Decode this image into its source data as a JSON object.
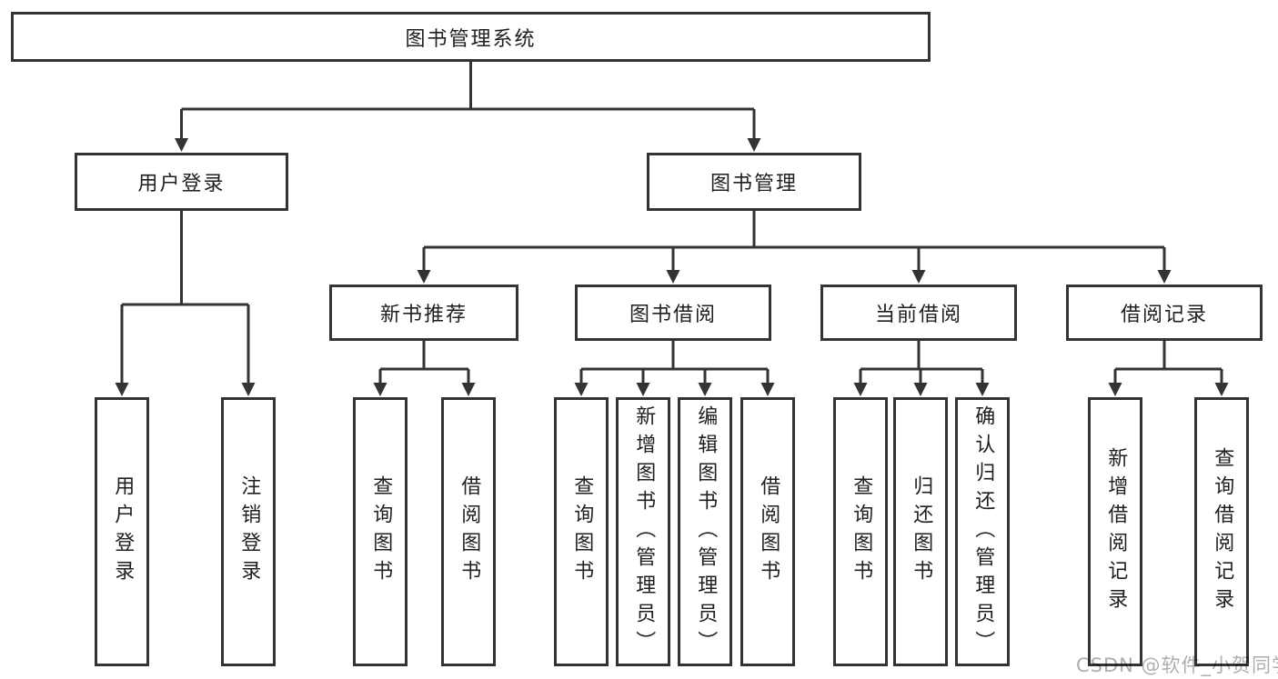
{
  "colors": {
    "line": "#333333",
    "text": "#1f1f1f",
    "background": "#ffffff",
    "watermark_gray": "#a9a9a9"
  },
  "diagram": {
    "tree": {
      "label": "图书管理系统",
      "children": [
        {
          "label": "用户登录",
          "children": [
            {
              "label": "用户登录"
            },
            {
              "label": "注销登录"
            }
          ]
        },
        {
          "label": "图书管理",
          "children": [
            {
              "label": "新书推荐",
              "children": [
                {
                  "label": "查询图书"
                },
                {
                  "label": "借阅图书"
                }
              ]
            },
            {
              "label": "图书借阅",
              "children": [
                {
                  "label": "查询图书"
                },
                {
                  "label": "新增图书（管理员）"
                },
                {
                  "label": "编辑图书（管理员）"
                },
                {
                  "label": "借阅图书"
                }
              ]
            },
            {
              "label": "当前借阅",
              "children": [
                {
                  "label": "查询图书"
                },
                {
                  "label": "归还图书"
                },
                {
                  "label": "确认归还（管理员）"
                }
              ]
            },
            {
              "label": "借阅记录",
              "children": [
                {
                  "label": "新增借阅记录"
                },
                {
                  "label": "查询借阅记录"
                }
              ]
            }
          ]
        }
      ]
    }
  },
  "watermark": {
    "text": "CSDN @软件_小贺同学"
  }
}
